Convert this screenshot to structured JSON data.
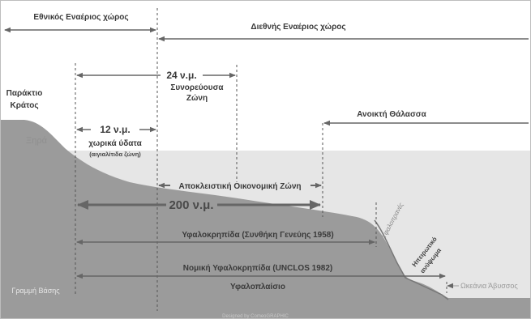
{
  "labels": {
    "national_airspace": "Εθνικός Εναέριος χώρος",
    "international_airspace": "Διεθνής Εναέριος χώρος",
    "coastal_state_line1": "Παράκτιο",
    "coastal_state_line2": "Κράτος",
    "land": "Ξηρά",
    "contiguous_distance": "24 ν.μ.",
    "contiguous_zone_line1": "Συνορεύουσα",
    "contiguous_zone_line2": "Ζώνη",
    "territorial_distance": "12 ν.μ.",
    "territorial_waters": "χωρικά ύδατα",
    "territorial_note": "(αιγιαλίτιδα ζώνη)",
    "open_sea": "Ανοικτή Θάλασσα",
    "eez": "Αποκλειστική Οικονομική Ζώνη",
    "eez_distance": "200 ν.μ.",
    "continental_slope": "Υφαλοπρανές",
    "shelf_geneva": "Υφαλοκρηπίδα (Συνθήκη Γενεύης 1958)",
    "continental_rise_line1": "Ηπειρωτικό",
    "continental_rise_line2": "ανύψωμα",
    "legal_shelf_unclos": "Νομική Υφαλοκρηπίδα (UNCLOS 1982)",
    "continental_margin": "Υφαλοπλαίσιο",
    "baseline": "Γραμμή Βάσης",
    "ocean_abyss": "Ωκεάνια Άβυσσος",
    "credit": "Designed by ComeoGRAPHIC"
  },
  "colors": {
    "land_seabed": "#9b9b9b",
    "sea": "#e6e6e6",
    "arrow": "#666666",
    "baseline_dash": "#555555"
  }
}
